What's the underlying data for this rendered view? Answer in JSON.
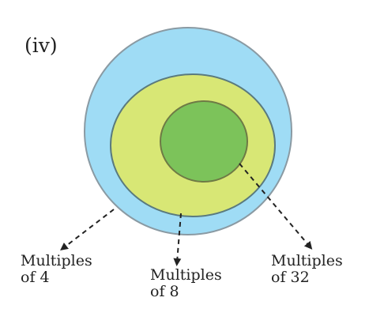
{
  "part_label": "(iv)",
  "sets": [
    {
      "line1": "Multiples",
      "line2": "of 4",
      "fill": "#9fdcf5",
      "stroke": "#8a9aa3"
    },
    {
      "line1": "Multiples",
      "line2": "of 8",
      "fill": "#d8e775",
      "stroke": "#5a7a7e"
    },
    {
      "line1": "Multiples",
      "line2": "of 32",
      "fill": "#7cc35a",
      "stroke": "#6e7a45"
    }
  ],
  "arrow_color": "#222222"
}
